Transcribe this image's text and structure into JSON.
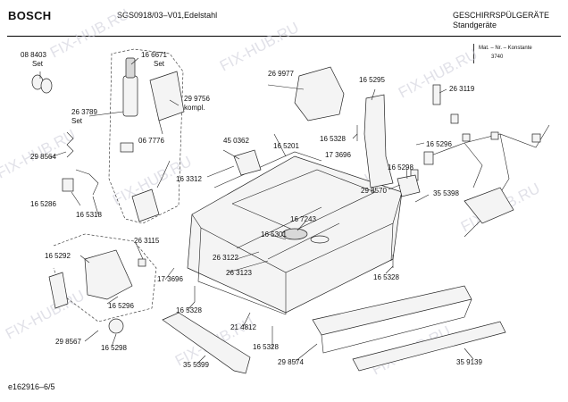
{
  "header": {
    "brand": "BOSCH",
    "model": "SGS0918/03–V01,Edelstahl",
    "category_line1": "GESCHIRRSPÜLGERÄTE",
    "category_line2": "Standgeräte"
  },
  "stamp": {
    "line1": "Mat. – Nr. – Konstante",
    "line2": "3740"
  },
  "footer": {
    "drawing_id": "e162916–6/5"
  },
  "watermark": "FIX-HUB.RU",
  "labels": {
    "l084803": "08 8403",
    "l084803_set": "Set",
    "l166671": "16 6671",
    "l166671_set": "Set",
    "l263789": "26 3789",
    "l263789_set": "Set",
    "l299756": "29 9756",
    "l299756_kompl": "kompl.",
    "l269977": "26 9977",
    "l165295": "16 5295",
    "l263119": "26 3119",
    "l067776": "06 7776",
    "l450362": "45 0362",
    "l165201": "16 5201",
    "l165328a": "16 5328",
    "l165296a": "16 5296",
    "l298564": "29 8564",
    "l163312": "16 3312",
    "l173696a": "17 3696",
    "l165298a": "16 5298",
    "l298570": "29 8570",
    "l355398": "35 5398",
    "l165286": "16 5286",
    "l165318": "16 5318",
    "l167243": "16 7243",
    "l165301": "16 5301",
    "l263115": "26 3115",
    "l165292": "16 5292",
    "l263122": "26 3122",
    "l263123": "26 3123",
    "l165328b": "16 5328",
    "l173696b": "17 3696",
    "l165296b": "16 5296",
    "l165328c": "16 5328",
    "l214812": "21 4812",
    "l298567": "29 8567",
    "l165298b": "16 5298",
    "l165328d": "16 5328",
    "l298574": "29 8574",
    "l359139": "35 9139",
    "l355399": "35 5399"
  }
}
